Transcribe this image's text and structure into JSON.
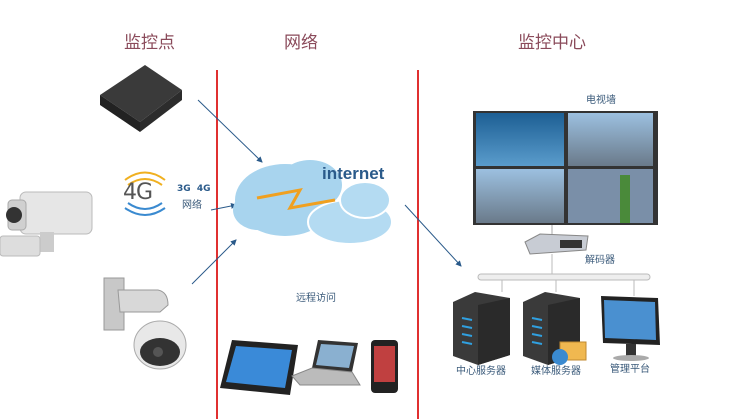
{
  "sections": {
    "monitor_points": "监控点",
    "network": "网络",
    "monitor_center": "监控中心"
  },
  "network": {
    "internet_label": "internet",
    "mobile_badge": "4G",
    "mobile_label_line1": "3G  4G",
    "mobile_label_line2": "网络",
    "remote_access": "远程访问"
  },
  "center": {
    "video_wall": "电视墙",
    "decoder": "解码器",
    "central_server": "中心服务器",
    "media_server": "媒体服务器",
    "management_platform": "管理平台"
  },
  "colors": {
    "divider": "#e03030",
    "arrow": "#2a5a8a",
    "cloud": "#a8d4ee",
    "title": "#8a4a5a"
  }
}
